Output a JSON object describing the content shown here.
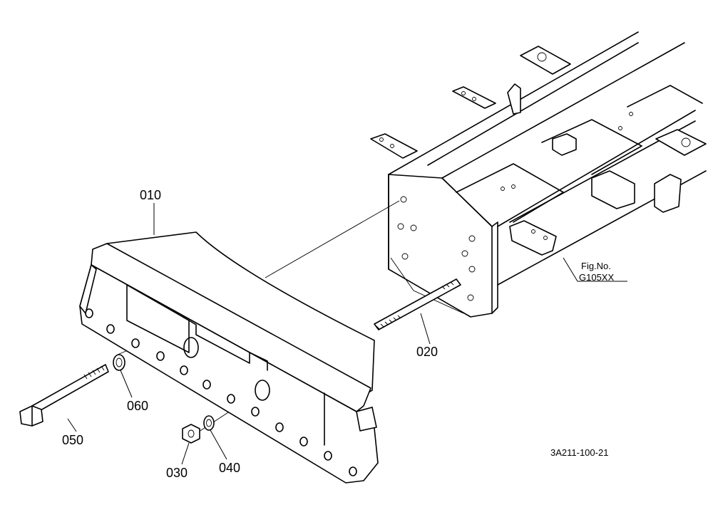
{
  "parts": {
    "p010": "010",
    "p020": "020",
    "p030": "030",
    "p040": "040",
    "p050": "050",
    "p060": "060"
  },
  "reference": {
    "fig_label": "Fig.No.",
    "fig_number": "G105XX"
  },
  "drawing_code": "3A211-100-21"
}
